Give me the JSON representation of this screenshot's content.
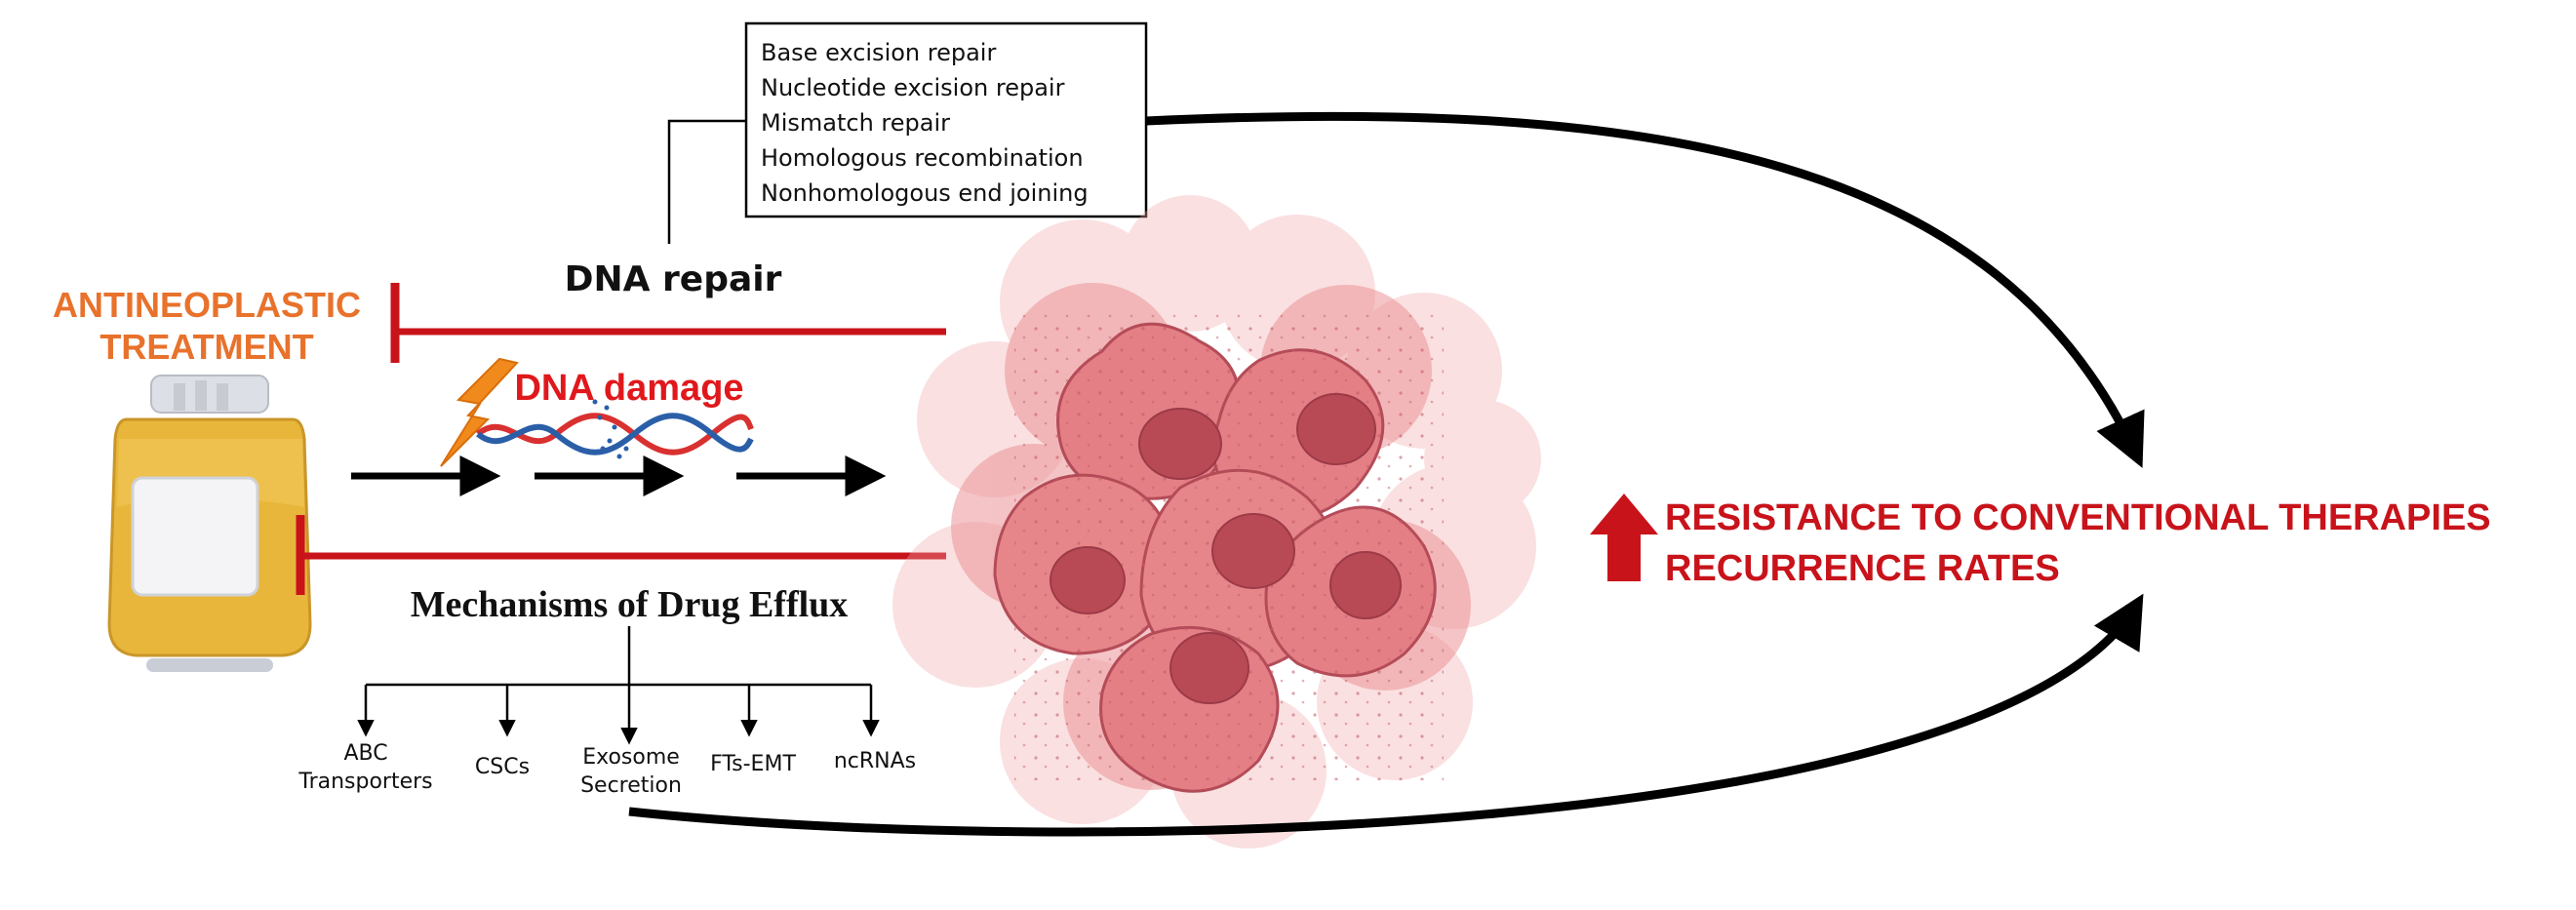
{
  "treatment": {
    "line1": "ANTINEOPLASTIC",
    "line2": "TREATMENT",
    "color": "#e8722c"
  },
  "dna_repair": {
    "label": "DNA repair",
    "mechanisms": [
      "Base excision repair",
      "Nucleotide excision repair",
      "Mismatch repair",
      "Homologous recombination",
      "Nonhomologous end joining"
    ]
  },
  "dna_damage": {
    "label": "DNA damage",
    "color": "#e0181c"
  },
  "drug_efflux": {
    "label": "Mechanisms of Drug Efflux",
    "mechanisms": [
      {
        "line1": "ABC",
        "line2": "Transporters"
      },
      {
        "line1": "CSCs",
        "line2": ""
      },
      {
        "line1": "Exosome",
        "line2": "Secretion"
      },
      {
        "line1": "FTs-EMT",
        "line2": ""
      },
      {
        "line1": "ncRNAs",
        "line2": ""
      }
    ]
  },
  "outcome": {
    "line1": "RESISTANCE TO CONVENTIONAL THERAPIES",
    "line2": "RECURRENCE RATES",
    "color": "#c8131b"
  },
  "colors": {
    "inhibition": "#c8131b",
    "arrow": "#000000",
    "cell_fill": "#e6868a",
    "cell_nucleus": "#b84a55",
    "bag_fill": "#e8b63a",
    "dna_red": "#d93030",
    "dna_blue": "#2a5fa8"
  }
}
